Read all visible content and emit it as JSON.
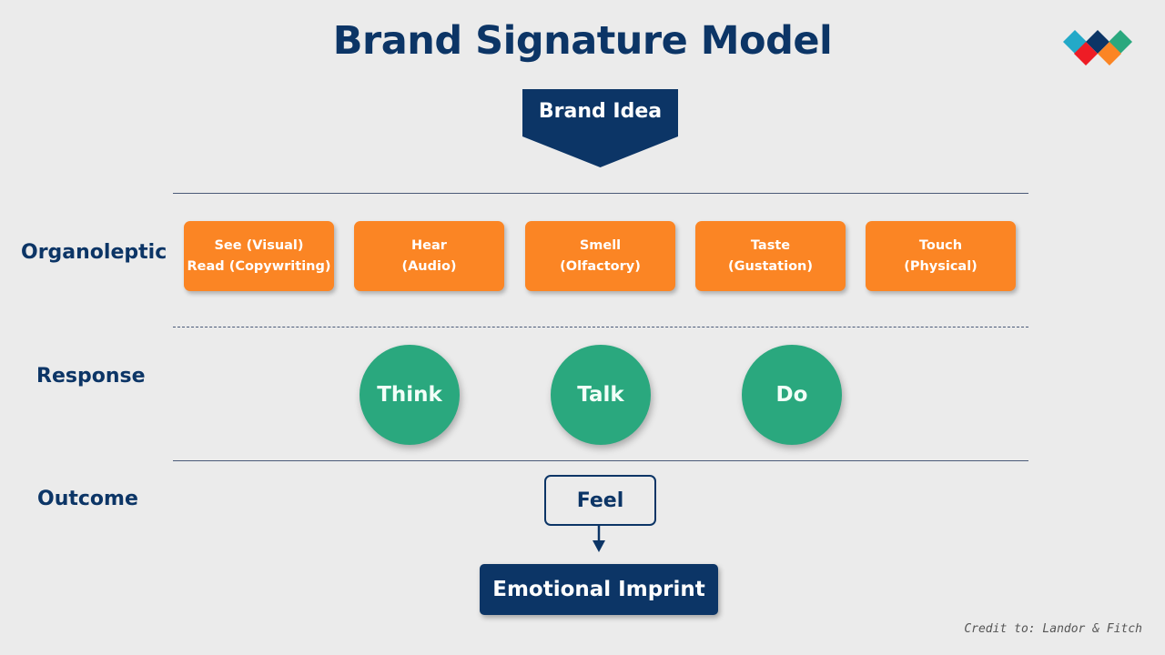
{
  "title": "Brand Signature Model",
  "logo": {
    "icon": "diamond-logo-icon",
    "colors": {
      "teal": "#23a9c8",
      "navy": "#0c3566",
      "green": "#2aa87e",
      "red": "#ee1c25",
      "orange": "#fb8524"
    }
  },
  "brand_idea": "Brand Idea",
  "rows": {
    "organoleptic": "Organoleptic",
    "response": "Response",
    "outcome": "Outcome"
  },
  "senses": [
    {
      "line1": "See (Visual)",
      "line2": "Read (Copywriting)"
    },
    {
      "line1": "Hear",
      "line2": "(Audio)"
    },
    {
      "line1": "Smell",
      "line2": "(Olfactory)"
    },
    {
      "line1": "Taste",
      "line2": "(Gustation)"
    },
    {
      "line1": "Touch",
      "line2": "(Physical)"
    }
  ],
  "responses": [
    "Think",
    "Talk",
    "Do"
  ],
  "outcome": {
    "feel": "Feel",
    "result": "Emotional Imprint"
  },
  "credit": "Credit to: Landor & Fitch",
  "colors": {
    "navy": "#0c3566",
    "orange": "#fb8524",
    "green": "#2aa87e",
    "background": "#ebebeb"
  }
}
